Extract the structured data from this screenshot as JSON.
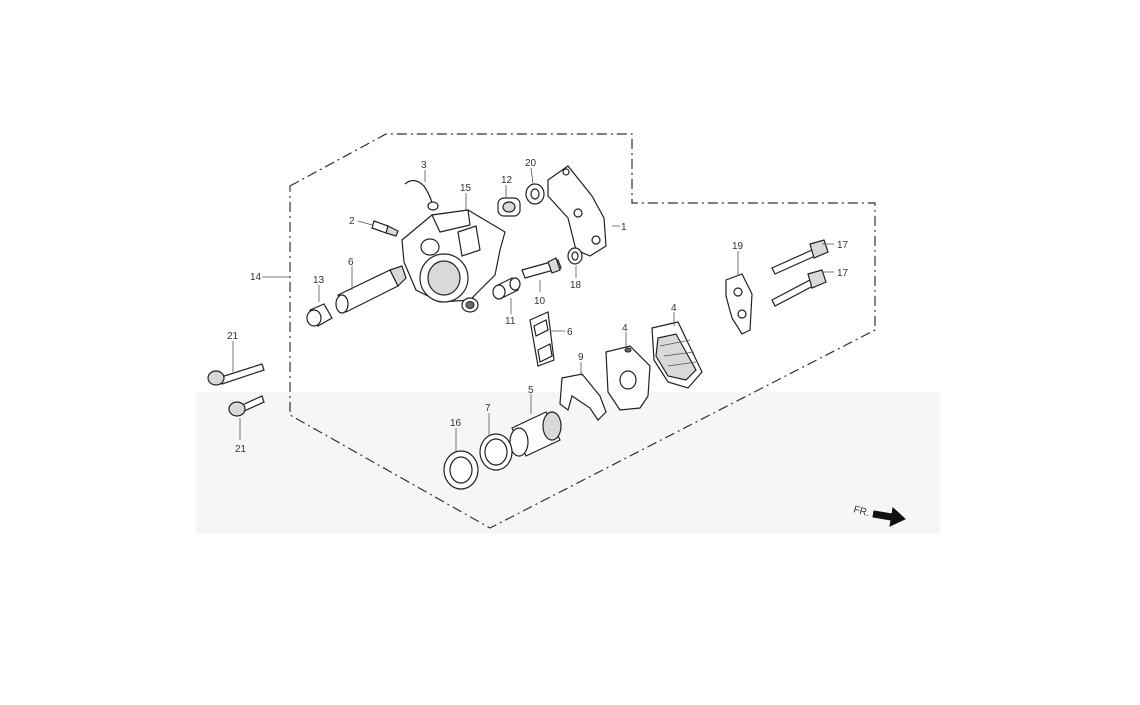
{
  "diagram": {
    "callouts": {
      "c1": "1",
      "c2": "2",
      "c3": "3",
      "c4a": "4",
      "c4b": "4",
      "c5": "5",
      "c6a": "6",
      "c6b": "6",
      "c7": "7",
      "c9": "9",
      "c10": "10",
      "c11": "11",
      "c12": "12",
      "c13": "13",
      "c14": "14",
      "c15": "15",
      "c16": "16",
      "c17a": "17",
      "c17b": "17",
      "c18": "18",
      "c19": "19",
      "c20": "20",
      "c21a": "21",
      "c21b": "21"
    },
    "direction_label": "FR."
  }
}
